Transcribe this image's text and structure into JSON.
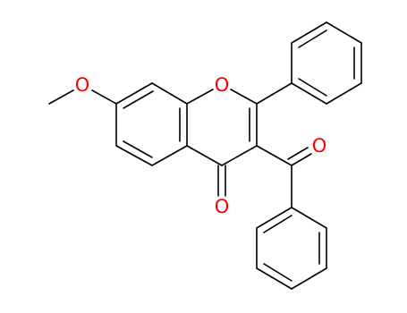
{
  "molecule": {
    "atoms": {
      "ring_oxygen": "O",
      "ketone_oxygen": "O",
      "benzoyl_oxygen": "O",
      "methoxy_oxygen": "O"
    },
    "colors": {
      "bond": "#000000",
      "oxygen": "#ff0000"
    }
  }
}
